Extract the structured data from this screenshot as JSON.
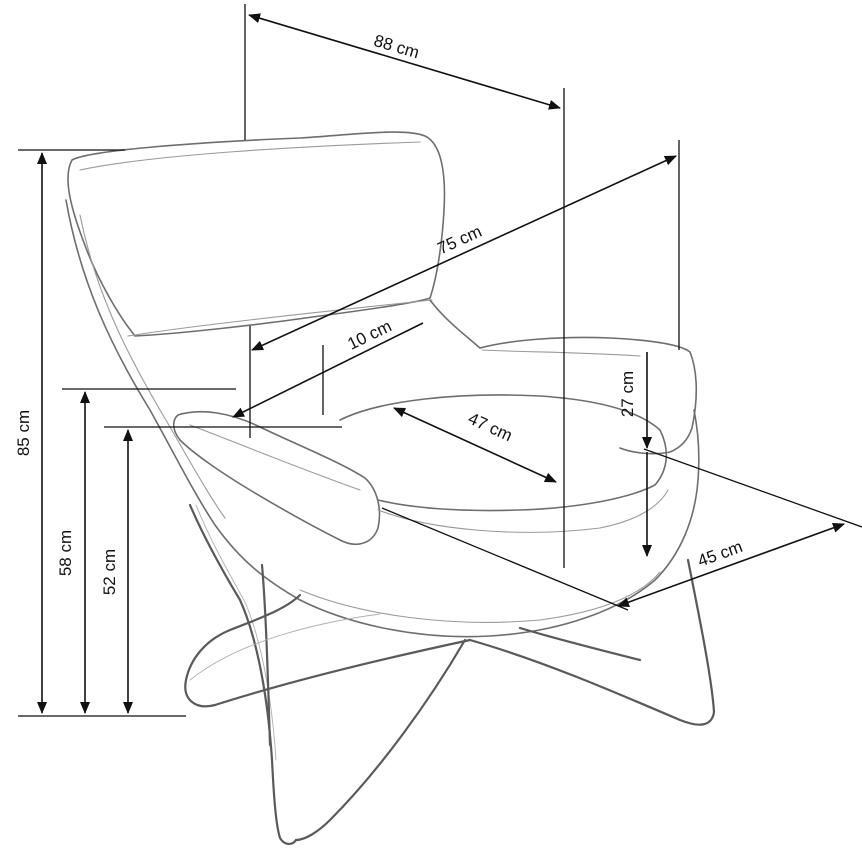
{
  "dimensions": {
    "overall_width": "88 cm",
    "overall_depth": "75 cm",
    "backrest_thickness": "10 cm",
    "seat_depth": "47 cm",
    "armrest_height": "27 cm",
    "seat_width": "45 cm",
    "total_height": "85 cm",
    "armrest_floor_height": "58 cm",
    "seat_height": "52 cm"
  },
  "colors": {
    "lines": "#111111",
    "sketch": "#6e6e6e"
  }
}
